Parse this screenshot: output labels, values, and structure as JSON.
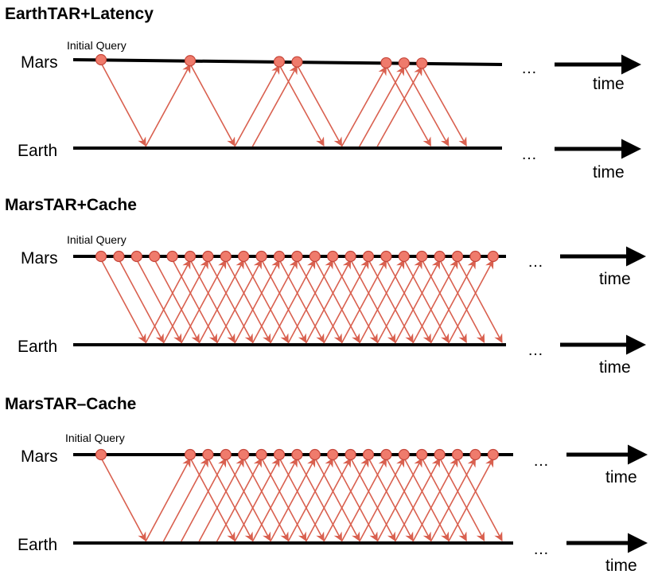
{
  "colors": {
    "arrow": "#d9604f",
    "dot_fill": "#ef7b6c",
    "dot_stroke": "#c6463a",
    "axis": "#000000"
  },
  "panels": [
    {
      "title": "EarthTAR+Latency",
      "top_label": "Mars",
      "bottom_label": "Earth",
      "note": "Initial Query",
      "ellipsis": "…",
      "time_label": "time",
      "dot_times": [
        0,
        5,
        10,
        11,
        16,
        17,
        18
      ],
      "transmissions": [
        {
          "from": "mars",
          "send": 0,
          "arrive": 2.5
        },
        {
          "from": "earth",
          "send": 2.5,
          "arrive": 5
        },
        {
          "from": "mars",
          "send": 5,
          "arrive": 7.5
        },
        {
          "from": "earth",
          "send": 7.5,
          "arrive": 10
        },
        {
          "from": "earth",
          "send": 8.5,
          "arrive": 11
        },
        {
          "from": "mars",
          "send": 10,
          "arrive": 12.5
        },
        {
          "from": "mars",
          "send": 11,
          "arrive": 13.5
        },
        {
          "from": "earth",
          "send": 13.5,
          "arrive": 16
        },
        {
          "from": "earth",
          "send": 14.5,
          "arrive": 17
        },
        {
          "from": "earth",
          "send": 15.5,
          "arrive": 18
        },
        {
          "from": "mars",
          "send": 16,
          "arrive": 18.5
        },
        {
          "from": "mars",
          "send": 17,
          "arrive": 19.5
        },
        {
          "from": "mars",
          "send": 18,
          "arrive": 20.5
        }
      ]
    },
    {
      "title": "MarsTAR+Cache",
      "top_label": "Mars",
      "bottom_label": "Earth",
      "note": "Initial Query",
      "ellipsis": "…",
      "time_label": "time",
      "dot_times": [
        0,
        1,
        2,
        3,
        4,
        5,
        6,
        7,
        8,
        9,
        10,
        11,
        12,
        13,
        14,
        15,
        16,
        17,
        18,
        19,
        20,
        21,
        22
      ],
      "transmissions": [
        {
          "from": "mars",
          "send": 0,
          "arrive": 2.5
        },
        {
          "from": "mars",
          "send": 1,
          "arrive": 3.5
        },
        {
          "from": "mars",
          "send": 2,
          "arrive": 4.5
        },
        {
          "from": "mars",
          "send": 3,
          "arrive": 5.5
        },
        {
          "from": "mars",
          "send": 4,
          "arrive": 6.5
        },
        {
          "from": "mars",
          "send": 5,
          "arrive": 7.5
        },
        {
          "from": "mars",
          "send": 6,
          "arrive": 8.5
        },
        {
          "from": "mars",
          "send": 7,
          "arrive": 9.5
        },
        {
          "from": "mars",
          "send": 8,
          "arrive": 10.5
        },
        {
          "from": "mars",
          "send": 9,
          "arrive": 11.5
        },
        {
          "from": "mars",
          "send": 10,
          "arrive": 12.5
        },
        {
          "from": "mars",
          "send": 11,
          "arrive": 13.5
        },
        {
          "from": "mars",
          "send": 12,
          "arrive": 14.5
        },
        {
          "from": "mars",
          "send": 13,
          "arrive": 15.5
        },
        {
          "from": "mars",
          "send": 14,
          "arrive": 16.5
        },
        {
          "from": "mars",
          "send": 15,
          "arrive": 17.5
        },
        {
          "from": "mars",
          "send": 16,
          "arrive": 18.5
        },
        {
          "from": "mars",
          "send": 17,
          "arrive": 19.5
        },
        {
          "from": "mars",
          "send": 18,
          "arrive": 20.5
        },
        {
          "from": "mars",
          "send": 19,
          "arrive": 21.5
        },
        {
          "from": "mars",
          "send": 20,
          "arrive": 22.5
        },
        {
          "from": "earth",
          "send": 2.5,
          "arrive": 5
        },
        {
          "from": "earth",
          "send": 3.5,
          "arrive": 6
        },
        {
          "from": "earth",
          "send": 4.5,
          "arrive": 7
        },
        {
          "from": "earth",
          "send": 5.5,
          "arrive": 8
        },
        {
          "from": "earth",
          "send": 6.5,
          "arrive": 9
        },
        {
          "from": "earth",
          "send": 7.5,
          "arrive": 10
        },
        {
          "from": "earth",
          "send": 8.5,
          "arrive": 11
        },
        {
          "from": "earth",
          "send": 9.5,
          "arrive": 12
        },
        {
          "from": "earth",
          "send": 10.5,
          "arrive": 13
        },
        {
          "from": "earth",
          "send": 11.5,
          "arrive": 14
        },
        {
          "from": "earth",
          "send": 12.5,
          "arrive": 15
        },
        {
          "from": "earth",
          "send": 13.5,
          "arrive": 16
        },
        {
          "from": "earth",
          "send": 14.5,
          "arrive": 17
        },
        {
          "from": "earth",
          "send": 15.5,
          "arrive": 18
        },
        {
          "from": "earth",
          "send": 16.5,
          "arrive": 19
        },
        {
          "from": "earth",
          "send": 17.5,
          "arrive": 20
        },
        {
          "from": "earth",
          "send": 18.5,
          "arrive": 21
        },
        {
          "from": "earth",
          "send": 19.5,
          "arrive": 22
        }
      ]
    },
    {
      "title": "MarsTAR–Cache",
      "top_label": "Mars",
      "bottom_label": "Earth",
      "note": "Initial Query",
      "ellipsis": "…",
      "time_label": "time",
      "dot_times": [
        0,
        5,
        6,
        7,
        8,
        9,
        10,
        11,
        12,
        13,
        14,
        15,
        16,
        17,
        18,
        19,
        20,
        21,
        22
      ],
      "transmissions": [
        {
          "from": "mars",
          "send": 0,
          "arrive": 2.5
        },
        {
          "from": "earth",
          "send": 2.5,
          "arrive": 5
        },
        {
          "from": "earth",
          "send": 3.5,
          "arrive": 6
        },
        {
          "from": "earth",
          "send": 4.5,
          "arrive": 7
        },
        {
          "from": "earth",
          "send": 5.5,
          "arrive": 8
        },
        {
          "from": "earth",
          "send": 6.5,
          "arrive": 9
        },
        {
          "from": "earth",
          "send": 7.5,
          "arrive": 10
        },
        {
          "from": "earth",
          "send": 8.5,
          "arrive": 11
        },
        {
          "from": "earth",
          "send": 9.5,
          "arrive": 12
        },
        {
          "from": "earth",
          "send": 10.5,
          "arrive": 13
        },
        {
          "from": "earth",
          "send": 11.5,
          "arrive": 14
        },
        {
          "from": "earth",
          "send": 12.5,
          "arrive": 15
        },
        {
          "from": "earth",
          "send": 13.5,
          "arrive": 16
        },
        {
          "from": "earth",
          "send": 14.5,
          "arrive": 17
        },
        {
          "from": "earth",
          "send": 15.5,
          "arrive": 18
        },
        {
          "from": "earth",
          "send": 16.5,
          "arrive": 19
        },
        {
          "from": "earth",
          "send": 17.5,
          "arrive": 20
        },
        {
          "from": "earth",
          "send": 18.5,
          "arrive": 21
        },
        {
          "from": "earth",
          "send": 19.5,
          "arrive": 22
        },
        {
          "from": "mars",
          "send": 5,
          "arrive": 7.5
        },
        {
          "from": "mars",
          "send": 6,
          "arrive": 8.5
        },
        {
          "from": "mars",
          "send": 7,
          "arrive": 9.5
        },
        {
          "from": "mars",
          "send": 8,
          "arrive": 10.5
        },
        {
          "from": "mars",
          "send": 9,
          "arrive": 11.5
        },
        {
          "from": "mars",
          "send": 10,
          "arrive": 12.5
        },
        {
          "from": "mars",
          "send": 11,
          "arrive": 13.5
        },
        {
          "from": "mars",
          "send": 12,
          "arrive": 14.5
        },
        {
          "from": "mars",
          "send": 13,
          "arrive": 15.5
        },
        {
          "from": "mars",
          "send": 14,
          "arrive": 16.5
        },
        {
          "from": "mars",
          "send": 15,
          "arrive": 17.5
        },
        {
          "from": "mars",
          "send": 16,
          "arrive": 18.5
        },
        {
          "from": "mars",
          "send": 17,
          "arrive": 19.5
        },
        {
          "from": "mars",
          "send": 18,
          "arrive": 20.5
        },
        {
          "from": "mars",
          "send": 19,
          "arrive": 21.5
        },
        {
          "from": "mars",
          "send": 20,
          "arrive": 22.5
        }
      ]
    }
  ]
}
